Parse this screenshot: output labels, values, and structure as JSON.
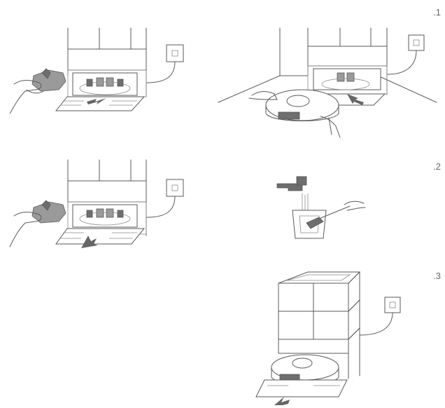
{
  "steps": [
    {
      "number": ".1"
    },
    {
      "number": ".2"
    },
    {
      "number": ".3"
    }
  ]
}
